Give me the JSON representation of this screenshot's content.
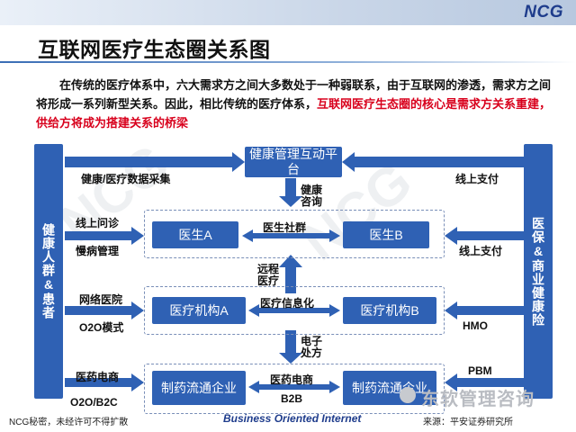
{
  "header": {
    "logo": "NCG"
  },
  "title": "互联网医疗生态圈关系图",
  "intro": {
    "part1": "在传统的医疗体系中，六大需求方之间大多数处于一种弱联系，由于互联网的渗透，需求方之间将形成一系列新型关系。因此，相比传统的医疗体系，",
    "highlight": "互联网医疗生态圈的核心是需求方关系重建，供给方将成为搭建关系的桥梁"
  },
  "left_bar": "健康人群&患者",
  "right_bar": "医保&商业健康险",
  "boxes": {
    "platform": "健康管理互动平台",
    "doctor_a": "医生A",
    "doctor_b": "医生B",
    "inst_a": "医疗机构A",
    "inst_b": "医疗机构B",
    "pharma_a": "制药流通企业",
    "pharma_b": "制药流通企业"
  },
  "labels": {
    "health_data": "健康/医疗数据采集",
    "online_pay1": "线上支付",
    "health_consult": "健康咨询",
    "online_consult": "线上问诊",
    "chronic": "慢病管理",
    "doctor_community": "医生社群",
    "online_pay2": "线上支付",
    "remote_medical": "远程医疗",
    "network_hospital": "网络医院",
    "o2o": "O2O模式",
    "med_info": "医疗信息化",
    "hmo": "HMO",
    "e_rx": "电子处方",
    "pharma_ecom_left": "医药电商",
    "o2o_b2c": "O2O/B2C",
    "pharma_ecom_mid": "医药电商",
    "b2b": "B2B",
    "pbm": "PBM"
  },
  "footer": {
    "confidential": "NCG秘密，未经许可不得扩散",
    "tagline": "Business Oriented Internet",
    "source": "来源：平安证券研究所",
    "wechat": "东软管理咨询"
  },
  "colors": {
    "box": "#2f61b4",
    "highlight": "#d8001c",
    "brand": "#1e3c8c"
  }
}
